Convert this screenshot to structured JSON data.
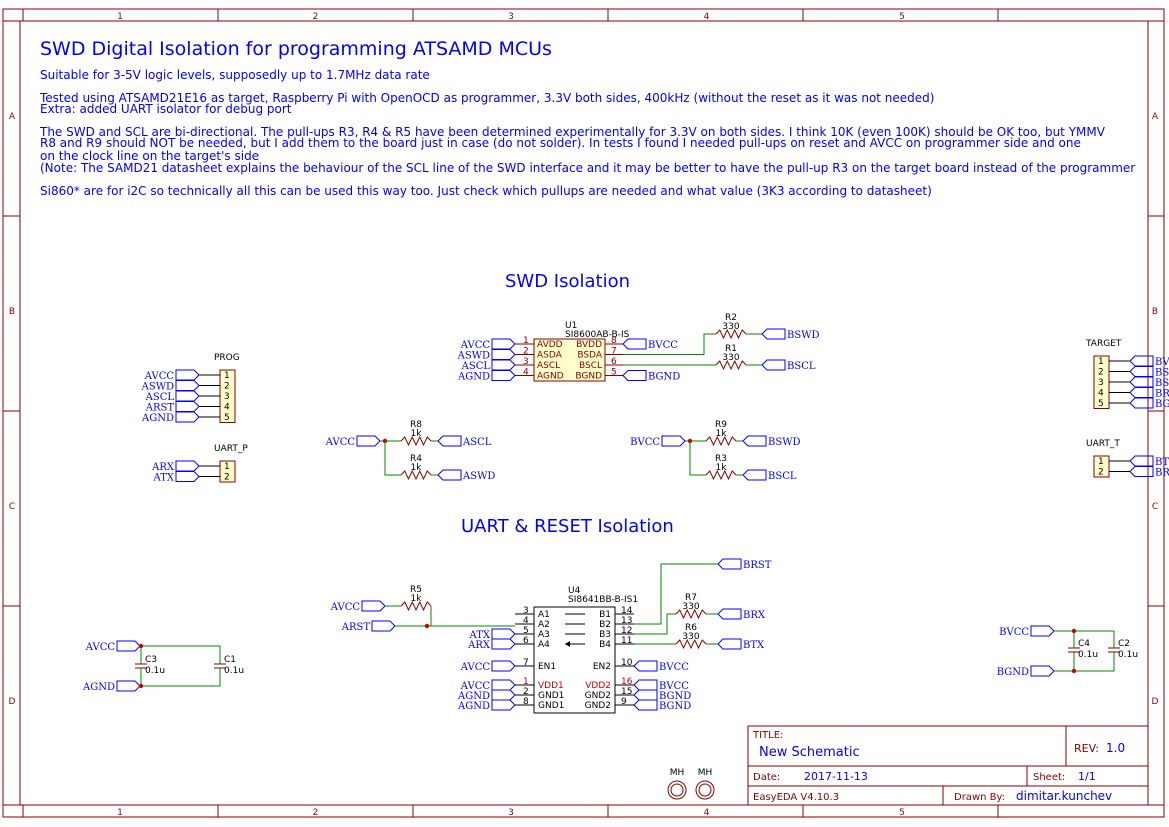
{
  "title": "SWD Digital Isolation for programming ATSAMD MCUs",
  "notes": [
    "Suitable for 3-5V logic levels, supposedly up to 1.7MHz data rate",
    "Tested using ATSAMD21E16 as target, Raspberry Pi with OpenOCD as programmer, 3.3V both sides, 400kHz (without the reset as it was not needed)",
    "Extra: added UART isolator for debug port",
    "The SWD and SCL are bi-directional. The pull-ups R3, R4 & R5 have been determined experimentally for 3.3V on both sides. I think 10K (even 100K) should be OK too, but YMMV",
    "R8 and R9 should NOT be needed, but I add them to the board just in case (do not solder). In tests I found I needed pull-ups on reset and AVCC on programmer side and one",
    "on the clock line on the target's side",
    "(Note: The SAMD21 datasheet explains the behaviour of the SCL line of the SWD interface and it may be better to have the pull-up R3 on the target board instead of the programmer",
    "Si860* are for i2C so technically all this can be used this way too. Just check which pullups are needed and what value (3K3 according to datasheet)"
  ],
  "sections": {
    "swd": "SWD Isolation",
    "uart": "UART & RESET Isolation"
  },
  "frame": {
    "cols": [
      "1",
      "2",
      "3",
      "4",
      "5"
    ],
    "rows": [
      "A",
      "B",
      "C",
      "D"
    ]
  },
  "colors": {
    "frame": "#880000",
    "text": "#0000ff",
    "wire": "#008800",
    "part": "#880000",
    "fill": "#ffffcc"
  },
  "u1": {
    "ref": "U1",
    "name": "SI8600AB-B-IS",
    "left_pins": [
      {
        "n": "1",
        "name": "AVDD",
        "net": "AVCC"
      },
      {
        "n": "2",
        "name": "ASDA",
        "net": "ASWD"
      },
      {
        "n": "3",
        "name": "ASCL",
        "net": "ASCL"
      },
      {
        "n": "4",
        "name": "AGND",
        "net": "AGND"
      }
    ],
    "right_pins": [
      {
        "n": "8",
        "name": "BVDD",
        "net": "BVCC"
      },
      {
        "n": "7",
        "name": "BSDA",
        "net": ""
      },
      {
        "n": "6",
        "name": "BSCL",
        "net": ""
      },
      {
        "n": "5",
        "name": "BGND",
        "net": "BGND"
      }
    ]
  },
  "u4": {
    "ref": "U4",
    "name": "SI8641BB-B-IS1",
    "left_pins": [
      {
        "n": "3",
        "name": "A1",
        "net": ""
      },
      {
        "n": "4",
        "name": "A2",
        "net": ""
      },
      {
        "n": "5",
        "name": "A3",
        "net": "ATX"
      },
      {
        "n": "6",
        "name": "A4",
        "net": "ARX"
      },
      {
        "n": "7",
        "name": "EN1",
        "net": "AVCC"
      },
      {
        "n": "1",
        "name": "VDD1",
        "net": "AVCC"
      },
      {
        "n": "2",
        "name": "GND1",
        "net": "AGND"
      },
      {
        "n": "8",
        "name": "GND1",
        "net": "AGND"
      }
    ],
    "right_pins": [
      {
        "n": "14",
        "name": "B1",
        "net": ""
      },
      {
        "n": "13",
        "name": "B2",
        "net": ""
      },
      {
        "n": "12",
        "name": "B3",
        "net": ""
      },
      {
        "n": "11",
        "name": "B4",
        "net": ""
      },
      {
        "n": "10",
        "name": "EN2",
        "net": "BVCC"
      },
      {
        "n": "16",
        "name": "VDD2",
        "net": "BVCC"
      },
      {
        "n": "15",
        "name": "GND2",
        "net": "BGND"
      },
      {
        "n": "9",
        "name": "GND2",
        "net": "BGND"
      }
    ]
  },
  "resistors": [
    {
      "ref": "R2",
      "val": "330",
      "net": "BSWD"
    },
    {
      "ref": "R1",
      "val": "330",
      "net": "BSCL"
    },
    {
      "ref": "R8",
      "val": "1k",
      "in": "AVCC",
      "out": "ASCL"
    },
    {
      "ref": "R4",
      "val": "1k",
      "out": "ASWD"
    },
    {
      "ref": "R9",
      "val": "1k",
      "in": "BVCC",
      "out": "BSWD"
    },
    {
      "ref": "R3",
      "val": "1k",
      "out": "BSCL"
    },
    {
      "ref": "R5",
      "val": "1k",
      "in": "AVCC"
    },
    {
      "ref": "R7",
      "val": "330",
      "net": "BRX"
    },
    {
      "ref": "R6",
      "val": "330",
      "net": "BTX"
    }
  ],
  "connectors": [
    {
      "ref": "PROG",
      "pins": [
        "1",
        "2",
        "3",
        "4",
        "5"
      ],
      "nets": [
        "AVCC",
        "ASWD",
        "ASCL",
        "ARST",
        "AGND"
      ]
    },
    {
      "ref": "UART_P",
      "pins": [
        "1",
        "2"
      ],
      "nets": [
        "ARX",
        "ATX"
      ]
    },
    {
      "ref": "TARGET",
      "pins": [
        "1",
        "2",
        "3",
        "4",
        "5"
      ],
      "nets": [
        "BVCC",
        "BSWD",
        "BSCL",
        "BRST",
        "BGND"
      ]
    },
    {
      "ref": "UART_T",
      "pins": [
        "1",
        "2"
      ],
      "nets": [
        "BTX",
        "BRX"
      ]
    }
  ],
  "caps": [
    {
      "ref": "C3",
      "val": "0.1u"
    },
    {
      "ref": "C1",
      "val": "0.1u"
    },
    {
      "ref": "C4",
      "val": "0.1u"
    },
    {
      "ref": "C2",
      "val": "0.1u"
    }
  ],
  "nets": {
    "arst": "ARST",
    "brst": "BRST",
    "avcc": "AVCC",
    "agnd": "AGND",
    "bvcc": "BVCC",
    "bgnd": "BGND"
  },
  "mh": [
    "MH",
    "MH"
  ],
  "titleblock": {
    "title_label": "TITLE:",
    "title": "New Schematic",
    "rev_label": "REV:",
    "rev": "1.0",
    "date_label": "Date:",
    "date": "2017-11-13",
    "sheet_label": "Sheet:",
    "sheet": "1/1",
    "tool": "EasyEDA V4.10.3",
    "drawn_label": "Drawn By:",
    "drawn": "dimitar.kunchev"
  }
}
